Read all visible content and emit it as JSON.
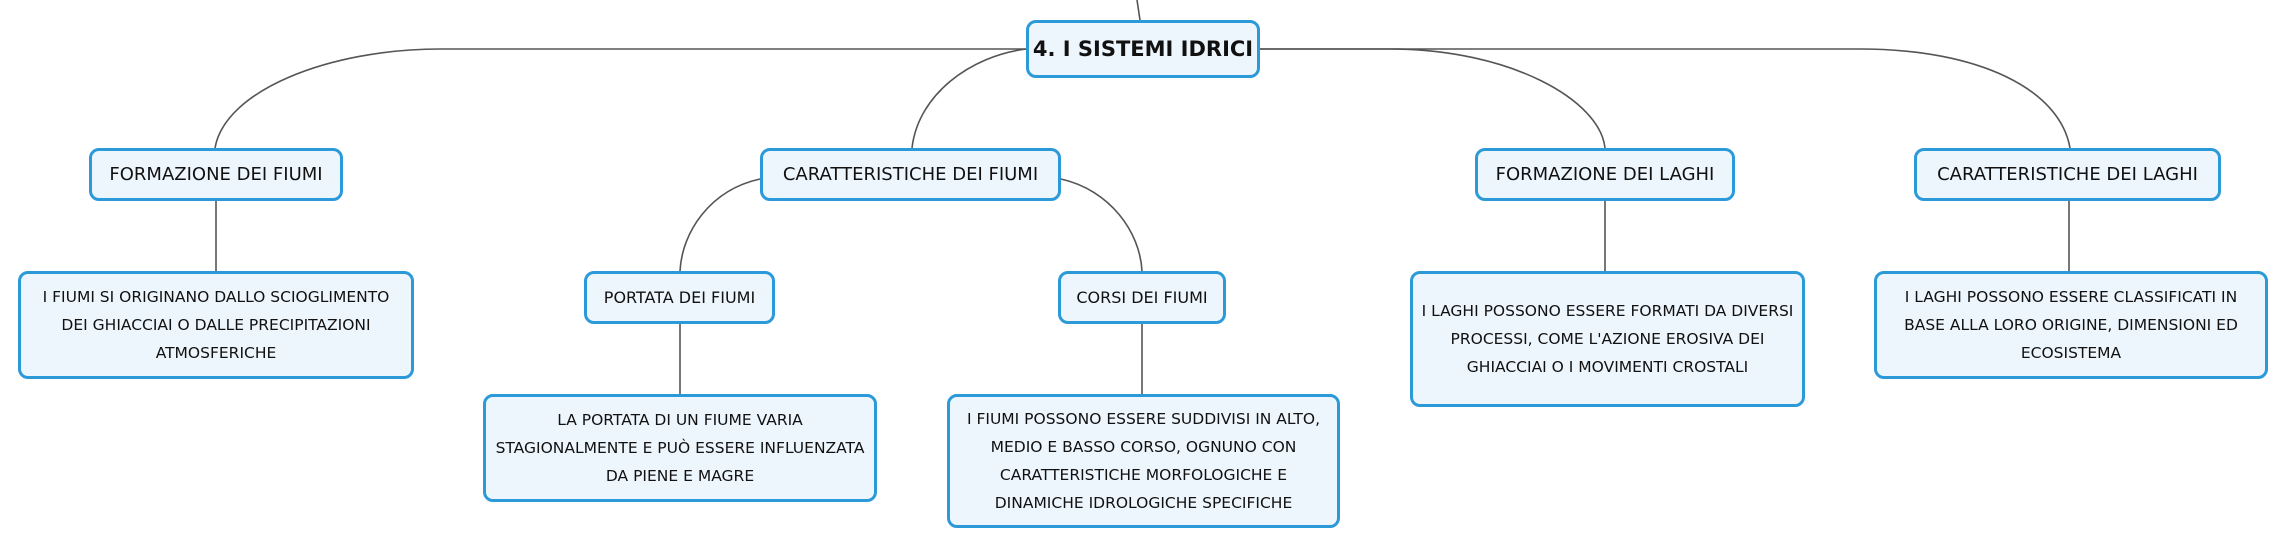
{
  "colors": {
    "node_border": "#2c9ad9",
    "node_fill": "#eef6fd",
    "connector": "#555555"
  },
  "mindmap": {
    "root": {
      "label": "4. I SISTEMI IDRICI"
    },
    "branches": [
      {
        "label": "FORMAZIONE DEI FIUMI",
        "detail": "I FIUMI SI ORIGINANO DALLO SCIOGLIMENTO DEI GHIACCIAI O DALLE PRECIPITAZIONI ATMOSFERICHE"
      },
      {
        "label": "CARATTERISTICHE DEI FIUMI",
        "children": [
          {
            "label": "PORTATA DEI FIUMI",
            "detail": "LA PORTATA DI UN FIUME VARIA STAGIONALMENTE E PUÒ ESSERE INFLUENZATA DA PIENE E MAGRE"
          },
          {
            "label": "CORSI DEI FIUMI",
            "detail": "I FIUMI POSSONO ESSERE SUDDIVISI IN ALTO, MEDIO E BASSO CORSO, OGNUNO CON CARATTERISTICHE MORFOLOGICHE E DINAMICHE IDROLOGICHE SPECIFICHE"
          }
        ]
      },
      {
        "label": "FORMAZIONE DEI LAGHI",
        "detail": "I LAGHI POSSONO ESSERE FORMATI DA DIVERSI PROCESSI, COME L'AZIONE EROSIVA DEI GHIACCIAI O I MOVIMENTI CROSTALI"
      },
      {
        "label": "CARATTERISTICHE DEI LAGHI",
        "detail": "I LAGHI POSSONO ESSERE CLASSIFICATI IN BASE ALLA LORO ORIGINE, DIMENSIONI ED ECOSISTEMA"
      }
    ]
  }
}
